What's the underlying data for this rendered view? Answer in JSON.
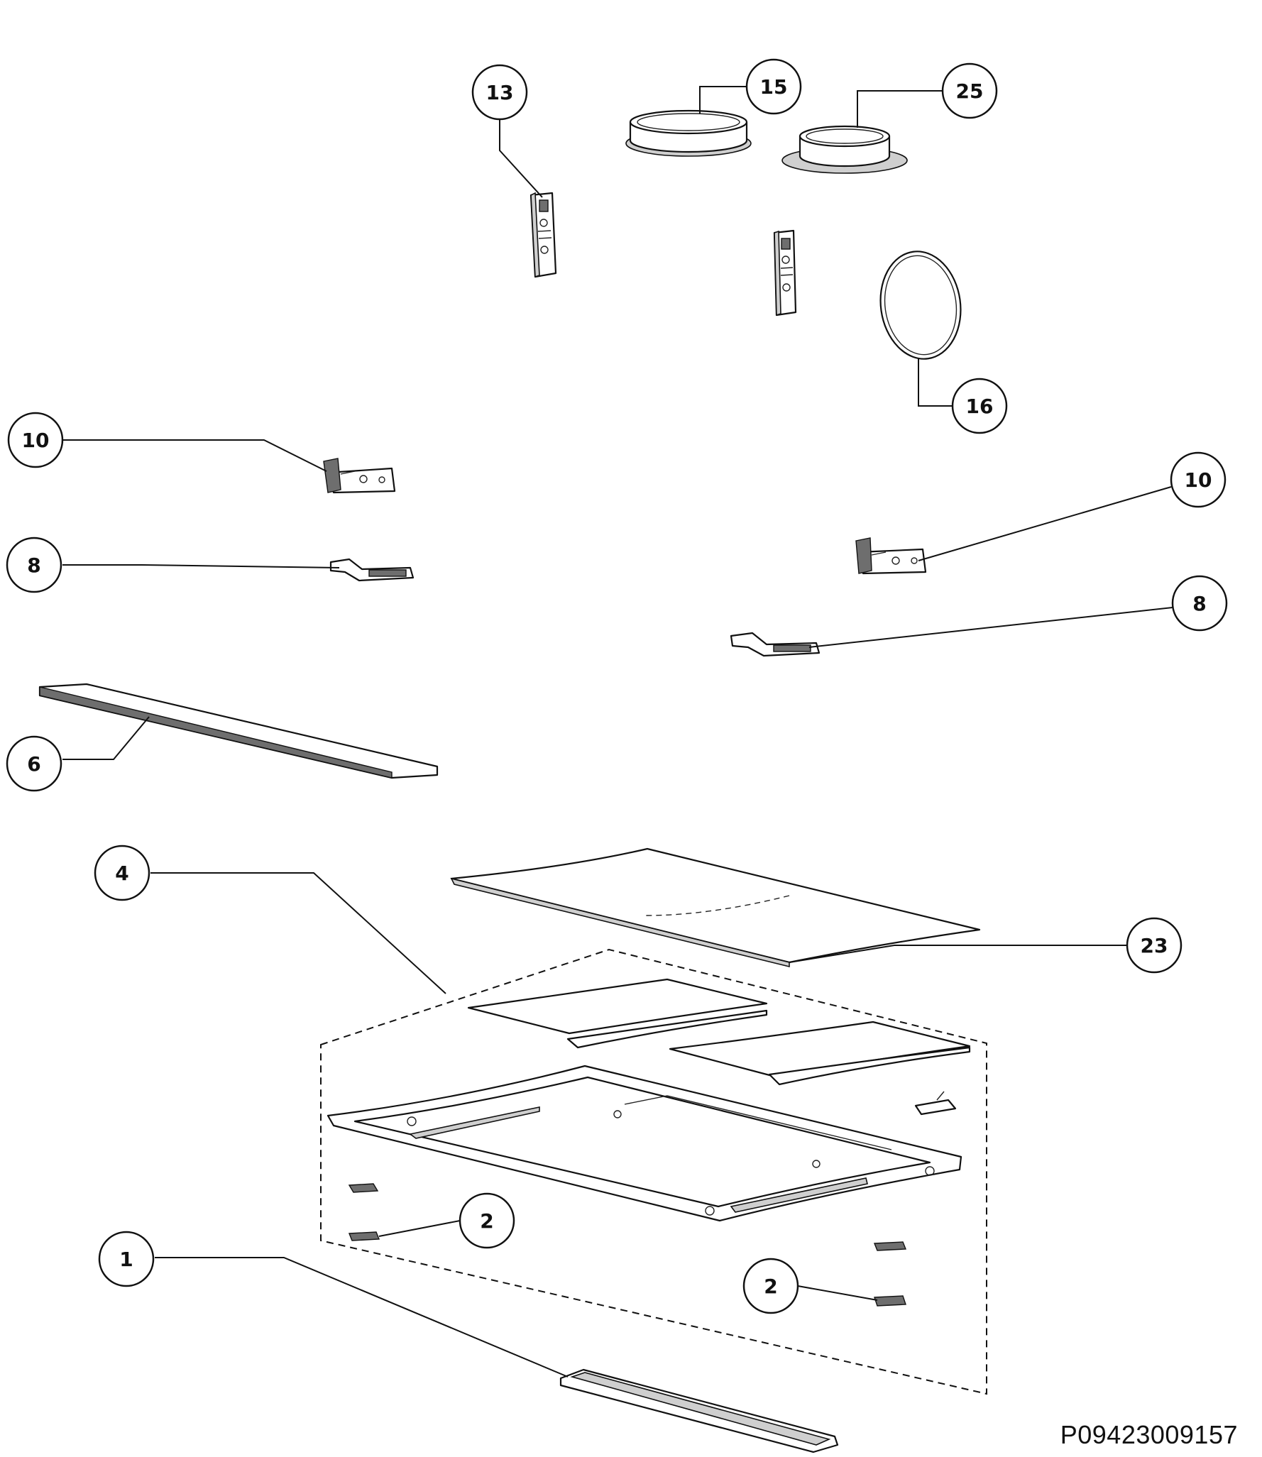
{
  "drawing_code": "P09423009157",
  "callouts": [
    {
      "id": "callout-13",
      "label": "13",
      "part": "filter-bracket"
    },
    {
      "id": "callout-15",
      "label": "15",
      "part": "duct-collar"
    },
    {
      "id": "callout-25",
      "label": "25",
      "part": "duct-collar"
    },
    {
      "id": "callout-16",
      "label": "16",
      "part": "duct-seal"
    },
    {
      "id": "callout-10-left",
      "label": "10",
      "part": "hinge"
    },
    {
      "id": "callout-10-right",
      "label": "10",
      "part": "hinge"
    },
    {
      "id": "callout-8-left",
      "label": "8",
      "part": "hinge-lever"
    },
    {
      "id": "callout-8-right",
      "label": "8",
      "part": "hinge-lever"
    },
    {
      "id": "callout-6",
      "label": "6",
      "part": "trim-strip"
    },
    {
      "id": "callout-4",
      "label": "4",
      "part": "filter-frame-assembly"
    },
    {
      "id": "callout-23",
      "label": "23",
      "part": "glass-panel"
    },
    {
      "id": "callout-2-left",
      "label": "2",
      "part": "clip"
    },
    {
      "id": "callout-2-right",
      "label": "2",
      "part": "clip"
    },
    {
      "id": "callout-1",
      "label": "1",
      "part": "handle"
    }
  ]
}
